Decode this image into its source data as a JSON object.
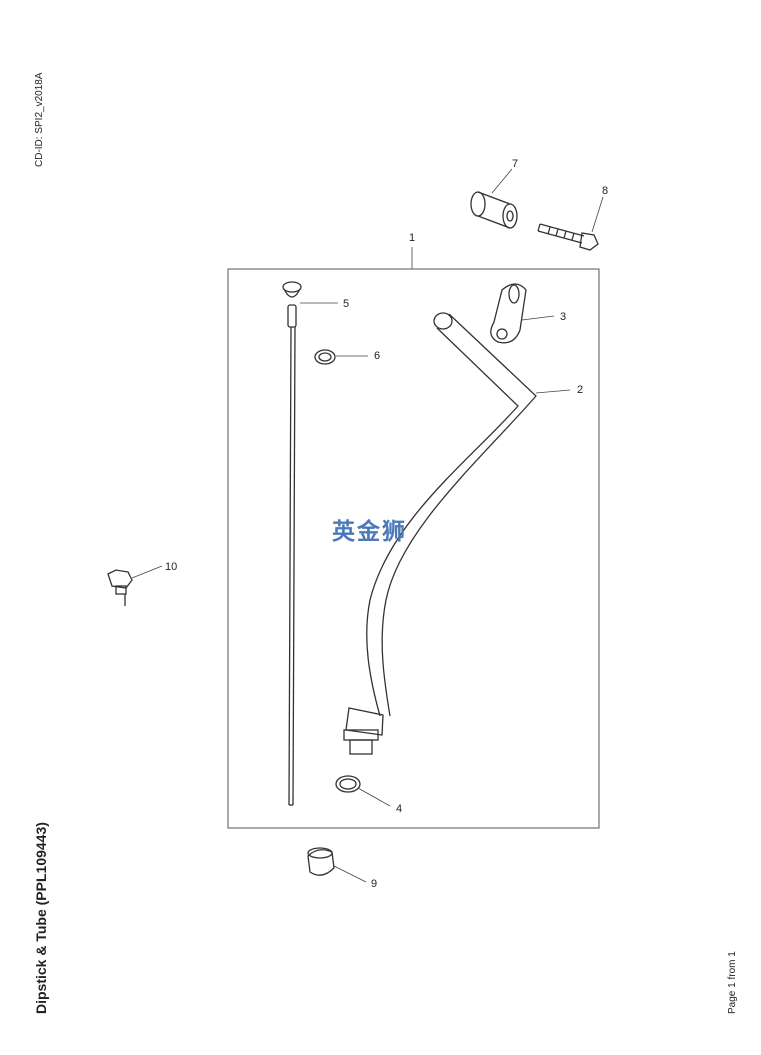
{
  "header": {
    "cd_id": "CD-ID: SPI2_v2018A",
    "title": "Dipstick & Tube (PPL109443)",
    "page_indicator": "Page 1 from 1"
  },
  "watermark": {
    "text": "英金狮",
    "color": "#4a78b8"
  },
  "callouts": [
    {
      "id": "1",
      "label": "1"
    },
    {
      "id": "2",
      "label": "2"
    },
    {
      "id": "3",
      "label": "3"
    },
    {
      "id": "4",
      "label": "4"
    },
    {
      "id": "5",
      "label": "5"
    },
    {
      "id": "6",
      "label": "6"
    },
    {
      "id": "7",
      "label": "7"
    },
    {
      "id": "8",
      "label": "8"
    },
    {
      "id": "9",
      "label": "9"
    },
    {
      "id": "10",
      "label": "10"
    }
  ]
}
